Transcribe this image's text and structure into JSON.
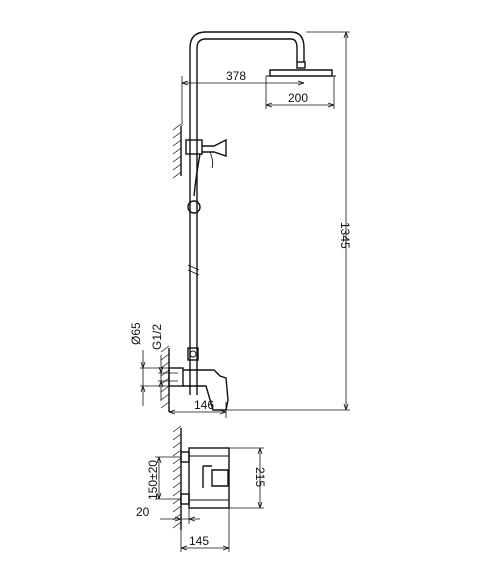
{
  "dimensions": {
    "arm_reach": "378",
    "head_width": "200",
    "total_height": "1345",
    "flange_diameter": "Ø65",
    "thread": "G1/2",
    "mixer_depth": "146",
    "center_distance": "150±20",
    "body_height": "215",
    "wall_offset": "20",
    "body_depth": "145"
  }
}
